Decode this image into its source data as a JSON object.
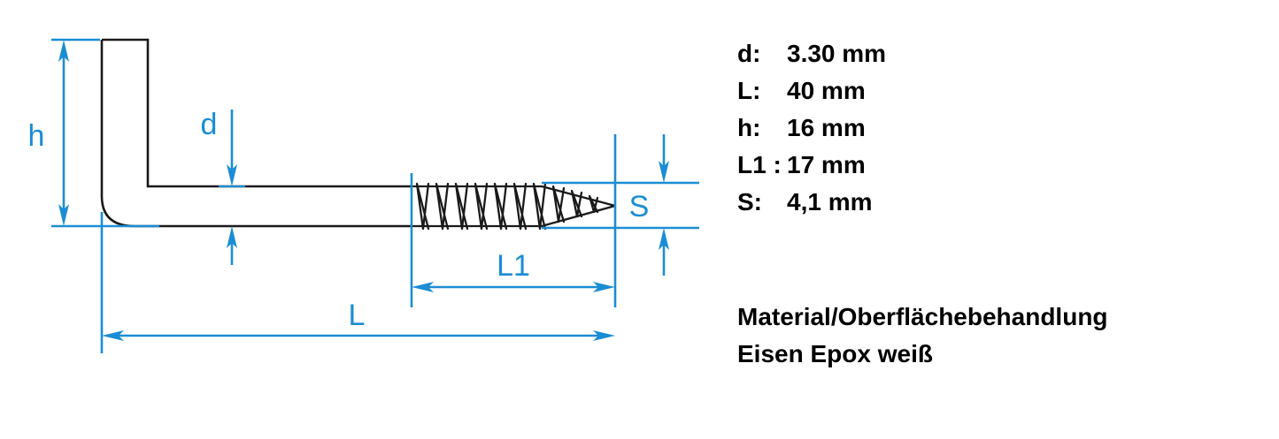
{
  "drawing": {
    "title": "screw-hook-technical-drawing",
    "line_color": "#1a1a1a",
    "dimension_color": "#1b8dd4",
    "background": "#ffffff",
    "dimension_labels": {
      "h": "h",
      "d": "d",
      "L": "L",
      "L1": "L1",
      "S": "S"
    }
  },
  "specs": {
    "rows": [
      {
        "key": "d:",
        "value": "3.30 mm"
      },
      {
        "key": "L:",
        "value": "40 mm"
      },
      {
        "key": "h:",
        "value": "16 mm"
      },
      {
        "key": "L1 :",
        "value": "17 mm"
      },
      {
        "key": "S:",
        "value": "4,1 mm"
      }
    ]
  },
  "material": {
    "heading": "Material/Oberflächebehandlung",
    "value": "Eisen Epox weiß"
  }
}
